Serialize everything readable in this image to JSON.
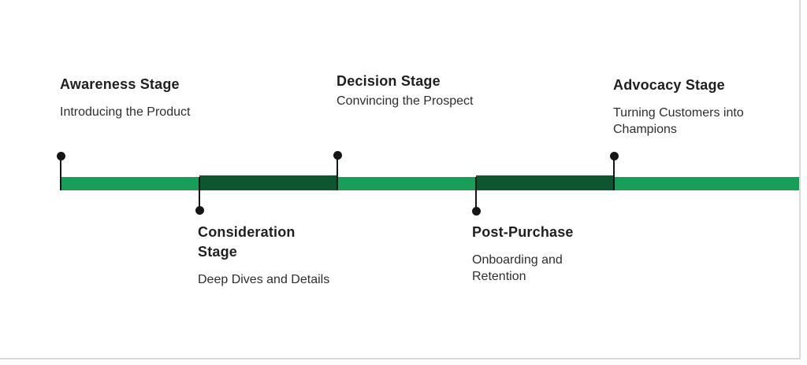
{
  "diagram": {
    "type": "timeline",
    "title": "",
    "stages": [
      {
        "title": "Awareness Stage",
        "subtitle": "Introducing the Product",
        "position": "above"
      },
      {
        "title": "Consideration Stage",
        "subtitle": "Deep Dives and Details",
        "position": "below"
      },
      {
        "title": "Decision Stage",
        "subtitle": "Convincing the Prospect",
        "position": "above"
      },
      {
        "title": "Post-Purchase",
        "subtitle": "Onboarding and Retention",
        "position": "below"
      },
      {
        "title": "Advocacy Stage",
        "subtitle": "Turning Customers into Champions",
        "position": "above"
      }
    ]
  },
  "colors": {
    "light_green": "#189e59",
    "dark_green": "#0e5630",
    "marker": "#161616",
    "title_text": "#1f1f1f",
    "subtitle_text": "#2e2e2e",
    "border": "#d9d9d9"
  }
}
